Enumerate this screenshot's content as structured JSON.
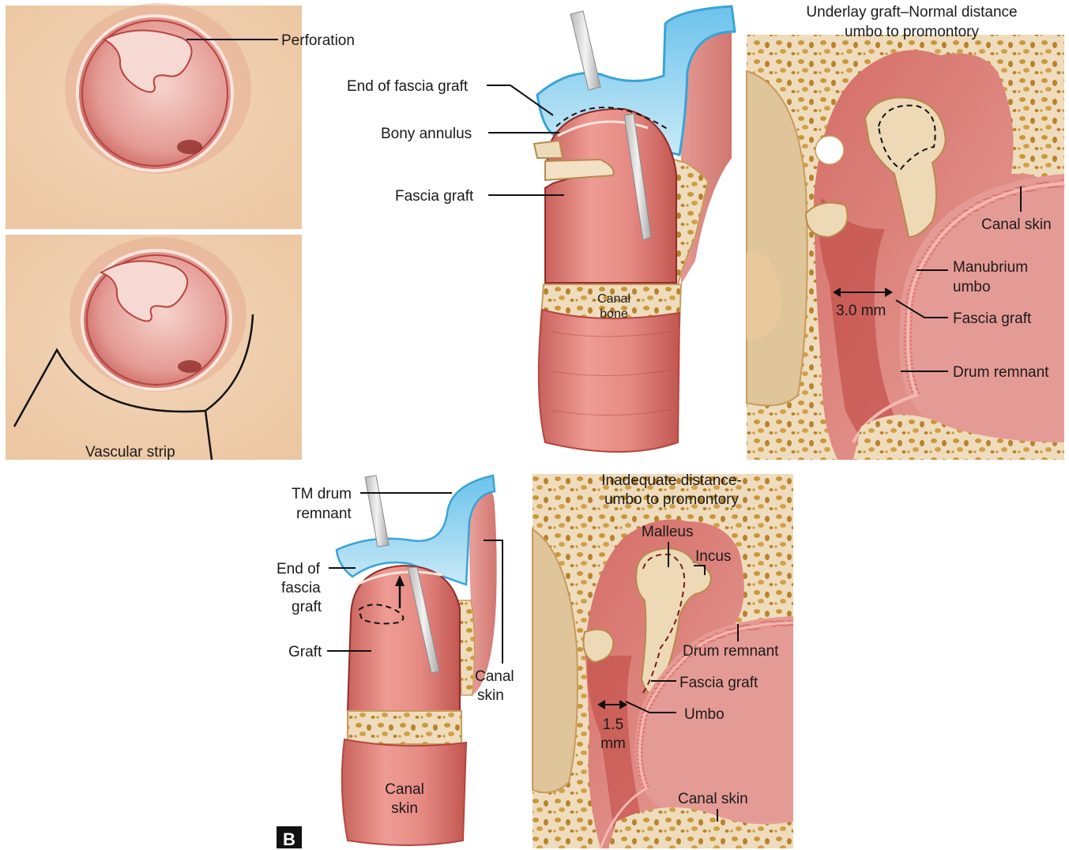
{
  "panels": {
    "topleft_1": {
      "perforation": "Perforation"
    },
    "topleft_2": {
      "vascular_strip": "Vascular strip"
    },
    "top_middle": {
      "end_of_fascia_graft": "End of fascia graft",
      "bony_annulus": "Bony annulus",
      "fascia_graft": "Fascia graft",
      "canal_bone_1": "Canal",
      "canal_bone_2": "bone"
    },
    "top_right": {
      "title_1": "Underlay graft–Normal distance",
      "title_2": "umbo to promontory",
      "canal_skin": "Canal skin",
      "manubrium_1": "Manubrium",
      "manubrium_2": "umbo",
      "distance": "3.0 mm",
      "fascia_graft": "Fascia graft",
      "drum_remnant": "Drum remnant"
    },
    "bottom_middle": {
      "tm_drum_1": "TM drum",
      "tm_drum_2": "remnant",
      "end_of_1": "End of",
      "end_of_2": "fascia",
      "end_of_3": "graft",
      "graft": "Graft",
      "canal_skin_side_1": "Canal",
      "canal_skin_side_2": "skin",
      "canal_skin_bottom_1": "Canal",
      "canal_skin_bottom_2": "skin",
      "panel_letter": "B"
    },
    "bottom_right": {
      "title_1": "Inadequate distance-",
      "title_2": "umbo to promontory",
      "malleus": "Malleus",
      "incus": "Incus",
      "drum_remnant": "Drum remnant",
      "fascia_graft": "Fascia graft",
      "umbo": "Umbo",
      "distance_1": "1.5",
      "distance_2": "mm",
      "canal_skin": "Canal skin"
    }
  },
  "colors": {
    "background_skin": "#f0cfae",
    "membrane": "#e7a2a0",
    "membrane_dark": "#c1504e",
    "graft_blue": "#a6d8f0",
    "bone": "#ecd9b8",
    "bone_spot": "#c9963a",
    "label_box": "#111111"
  }
}
